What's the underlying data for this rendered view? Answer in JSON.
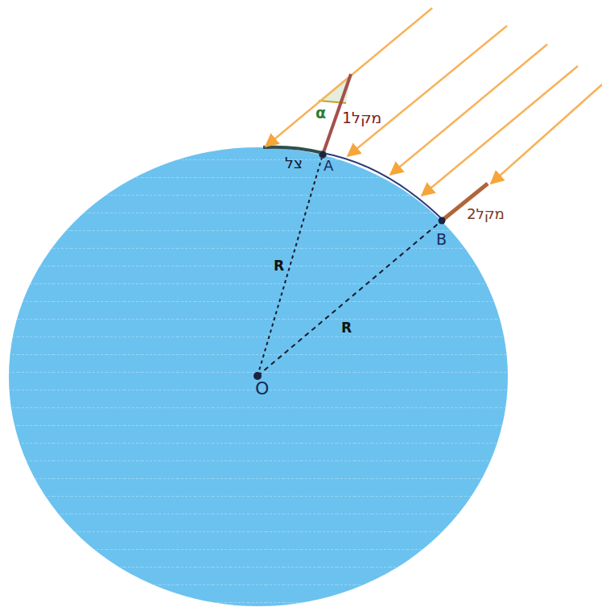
{
  "diagram": {
    "labels": [
      "α",
      "מקל1",
      "צל",
      "A",
      "מקל2",
      "B",
      "R",
      "R",
      "O"
    ]
  }
}
